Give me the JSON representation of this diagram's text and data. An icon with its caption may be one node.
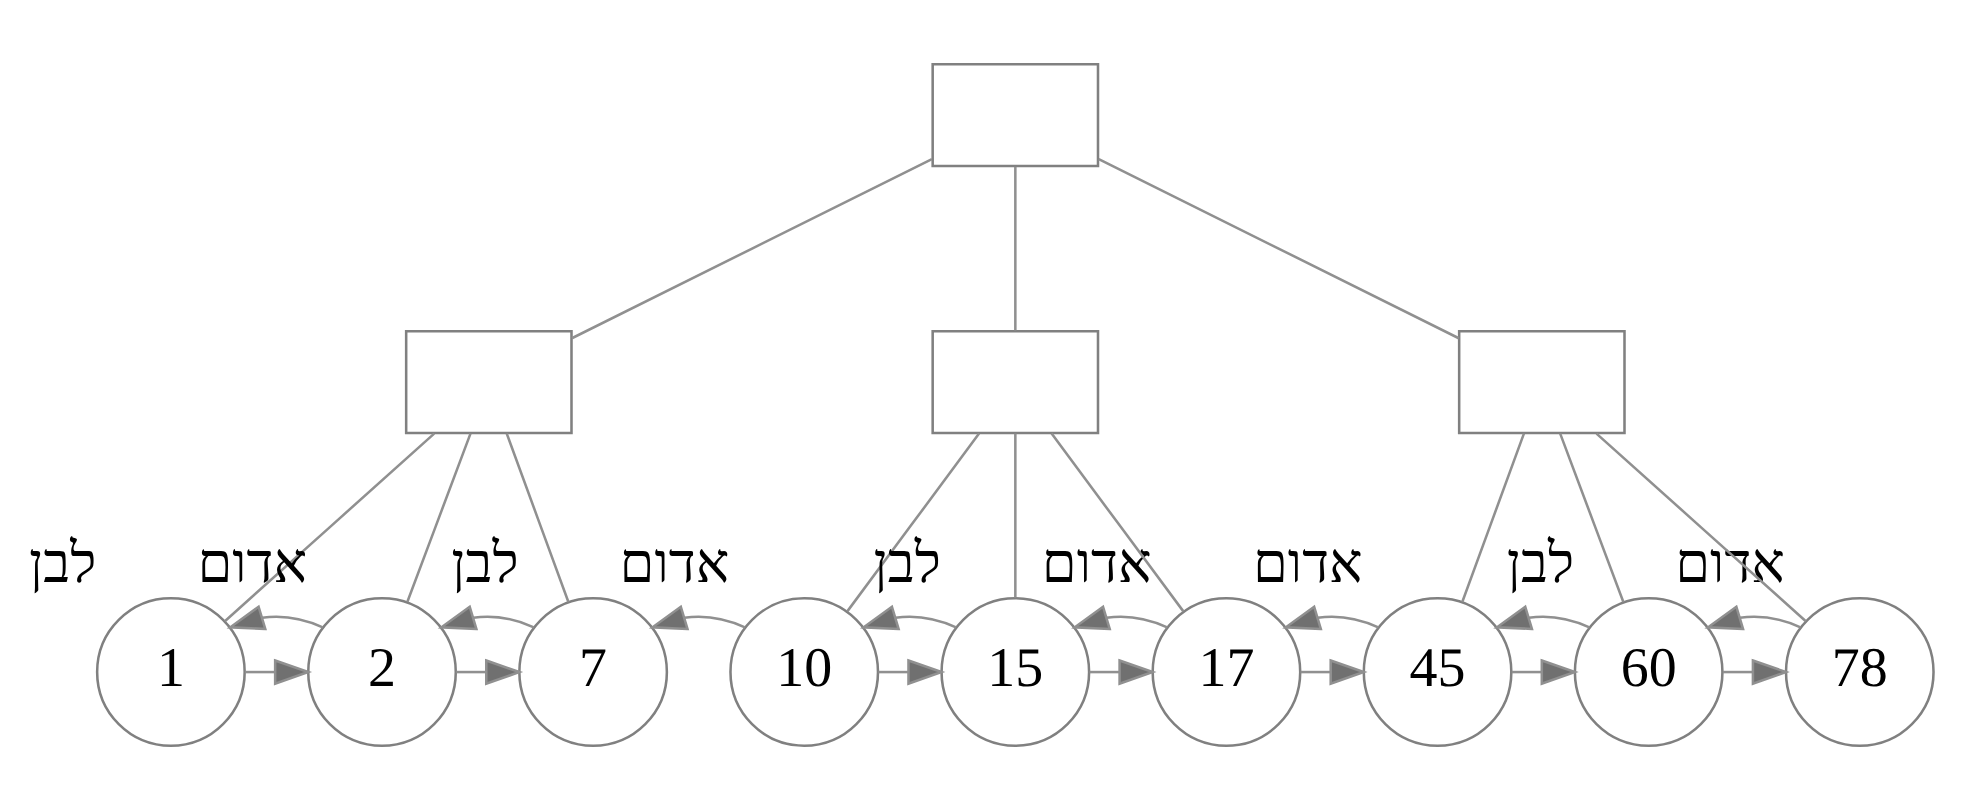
{
  "diagram": {
    "nodes": [
      {
        "text": [],
        "shape": "box"
      },
      {
        "text": [],
        "shape": "box"
      },
      {
        "text": [],
        "shape": "box"
      },
      {
        "text": [],
        "shape": "box"
      },
      {
        "text": [
          "1"
        ],
        "beside": [
          "לבן"
        ]
      },
      {
        "text": [
          "2"
        ],
        "beside": [
          "אדום"
        ]
      },
      {
        "text": [
          "7"
        ],
        "beside": [
          "לבן"
        ]
      },
      {
        "text": [
          "10"
        ],
        "beside": [
          "אדום"
        ]
      },
      {
        "text": [
          "15"
        ],
        "beside": [
          "לבן"
        ]
      },
      {
        "text": [
          "17"
        ],
        "beside": [
          "אדום"
        ]
      },
      {
        "text": [
          "45"
        ],
        "beside": [
          "אדום"
        ]
      },
      {
        "text": [
          "60"
        ],
        "beside": [
          "לבן"
        ]
      },
      {
        "text": [
          "78"
        ],
        "beside": [
          "אדום"
        ]
      }
    ],
    "edges": [
      {
        "from": 0,
        "to": 1,
        "arrow": "none"
      },
      {
        "from": 0,
        "to": 2,
        "arrow": "none"
      },
      {
        "from": 0,
        "to": 3,
        "arrow": "none"
      },
      {
        "from": 1,
        "to": 4,
        "arrow": "none"
      },
      {
        "from": 1,
        "to": 5,
        "arrow": "none"
      },
      {
        "from": 1,
        "to": 6,
        "arrow": "none"
      },
      {
        "from": 2,
        "to": 7,
        "arrow": "none"
      },
      {
        "from": 2,
        "to": 8,
        "arrow": "none"
      },
      {
        "from": 2,
        "to": 9,
        "arrow": "none"
      },
      {
        "from": 3,
        "to": 10,
        "arrow": "none"
      },
      {
        "from": 3,
        "to": 11,
        "arrow": "none"
      },
      {
        "from": 3,
        "to": 12,
        "arrow": "none"
      },
      {
        "from": 4,
        "to": 5,
        "arrow": "to"
      },
      {
        "from": 5,
        "to": 4,
        "arrow": "to"
      },
      {
        "from": 5,
        "to": 6,
        "arrow": "to"
      },
      {
        "from": 6,
        "to": 5,
        "arrow": "to"
      },
      {
        "from": 7,
        "to": 6,
        "arrow": "to"
      },
      {
        "from": 7,
        "to": 8,
        "arrow": "to"
      },
      {
        "from": 8,
        "to": 7,
        "arrow": "to"
      },
      {
        "from": 8,
        "to": 9,
        "arrow": "to"
      },
      {
        "from": 9,
        "to": 8,
        "arrow": "to"
      },
      {
        "from": 9,
        "to": 10,
        "arrow": "to"
      },
      {
        "from": 10,
        "to": 9,
        "arrow": "to"
      },
      {
        "from": 10,
        "to": 11,
        "arrow": "to"
      },
      {
        "from": 11,
        "to": 10,
        "arrow": "to"
      },
      {
        "from": 11,
        "to": 12,
        "arrow": "to"
      },
      {
        "from": 12,
        "to": 11,
        "arrow": "to"
      }
    ]
  }
}
